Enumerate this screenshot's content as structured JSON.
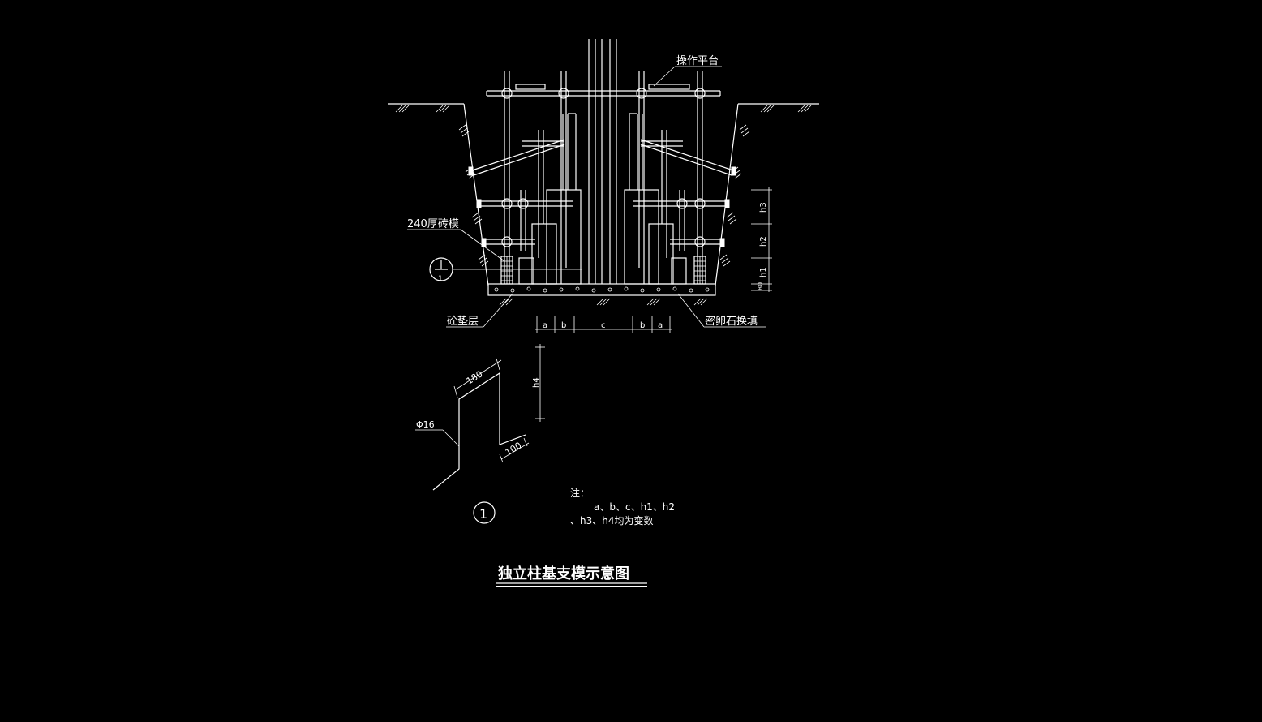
{
  "drawing": {
    "title": "独立柱基支模示意图",
    "labels": {
      "platform": "操作平台",
      "brick_form": "240厚砖模",
      "concrete_cushion": "砼垫层",
      "gravel_fill": "密卵石换填"
    },
    "dimensions": {
      "a_left": "a",
      "b_left": "b",
      "c": "c",
      "b_right": "b",
      "a_right": "a",
      "h1": "h1",
      "h2": "h2",
      "h3": "h3",
      "bottom": "80",
      "h4": "h4",
      "bar_top": "180",
      "bar_bottom": "100",
      "bar_diameter": "Φ16"
    },
    "detail_marker": "1",
    "section_marker": "1",
    "notes": {
      "heading": "注：",
      "line1": "a、b、c、h1、h2",
      "line2": "、h3、h4均为变数"
    }
  }
}
